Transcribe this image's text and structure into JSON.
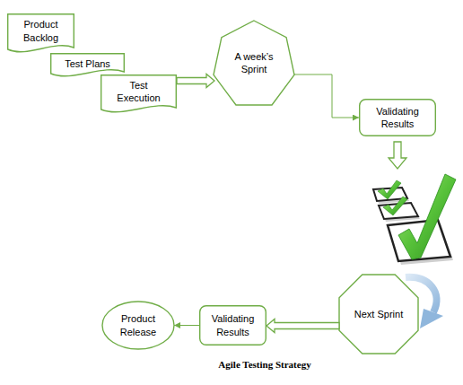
{
  "diagram": {
    "caption": "Agile Testing Strategy",
    "nodes": [
      {
        "text": [
          "Product Backlog"
        ]
      },
      {
        "text": [
          "Test Plans"
        ]
      },
      {
        "text": [
          "Test Execution"
        ]
      },
      {
        "text": [
          "A week’s Sprint"
        ]
      },
      {
        "text": [
          "Validating Results"
        ]
      },
      {
        "text": [
          "Next Sprint"
        ]
      },
      {
        "text": [
          "Validating Results"
        ]
      },
      {
        "text": [
          "Product Release"
        ]
      }
    ],
    "edges": [
      {
        "from": 2,
        "to": 3,
        "arrow": "to"
      },
      {
        "from": 3,
        "to": 4,
        "arrow": "to"
      },
      {
        "from": 5,
        "to": 6,
        "arrow": "to"
      },
      {
        "from": 6,
        "to": 7,
        "arrow": "to"
      }
    ]
  }
}
